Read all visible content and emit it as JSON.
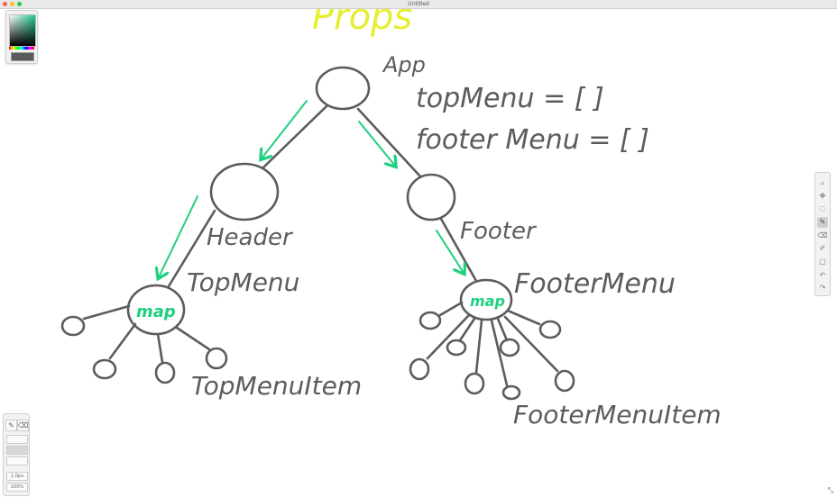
{
  "window": {
    "title": "Untitled"
  },
  "drawing": {
    "heading": "Props",
    "labels": {
      "app": "App",
      "top_menu_state": "topMenu = [  ]",
      "footer_menu_state": "footer Menu = [ ]",
      "header": "Header",
      "footer": "Footer",
      "top_menu": "TopMenu",
      "footer_menu": "FooterMenu",
      "top_menu_item": "TopMenuItem",
      "footer_menu_item": "FooterMenuItem",
      "map_left": "map",
      "map_right": "map"
    },
    "colors": {
      "ink": "#5c5c5c",
      "arrow": "#1fd07f",
      "heading": "#e6ee2e"
    }
  },
  "tools": [
    "zoom-icon",
    "move-icon",
    "lasso-icon",
    "pen-icon",
    "eraser-icon",
    "marker-icon",
    "image-icon",
    "undo-icon",
    "redo-icon"
  ],
  "brush_panel": {
    "size_label": "1.0px",
    "opacity_label": "100%"
  }
}
